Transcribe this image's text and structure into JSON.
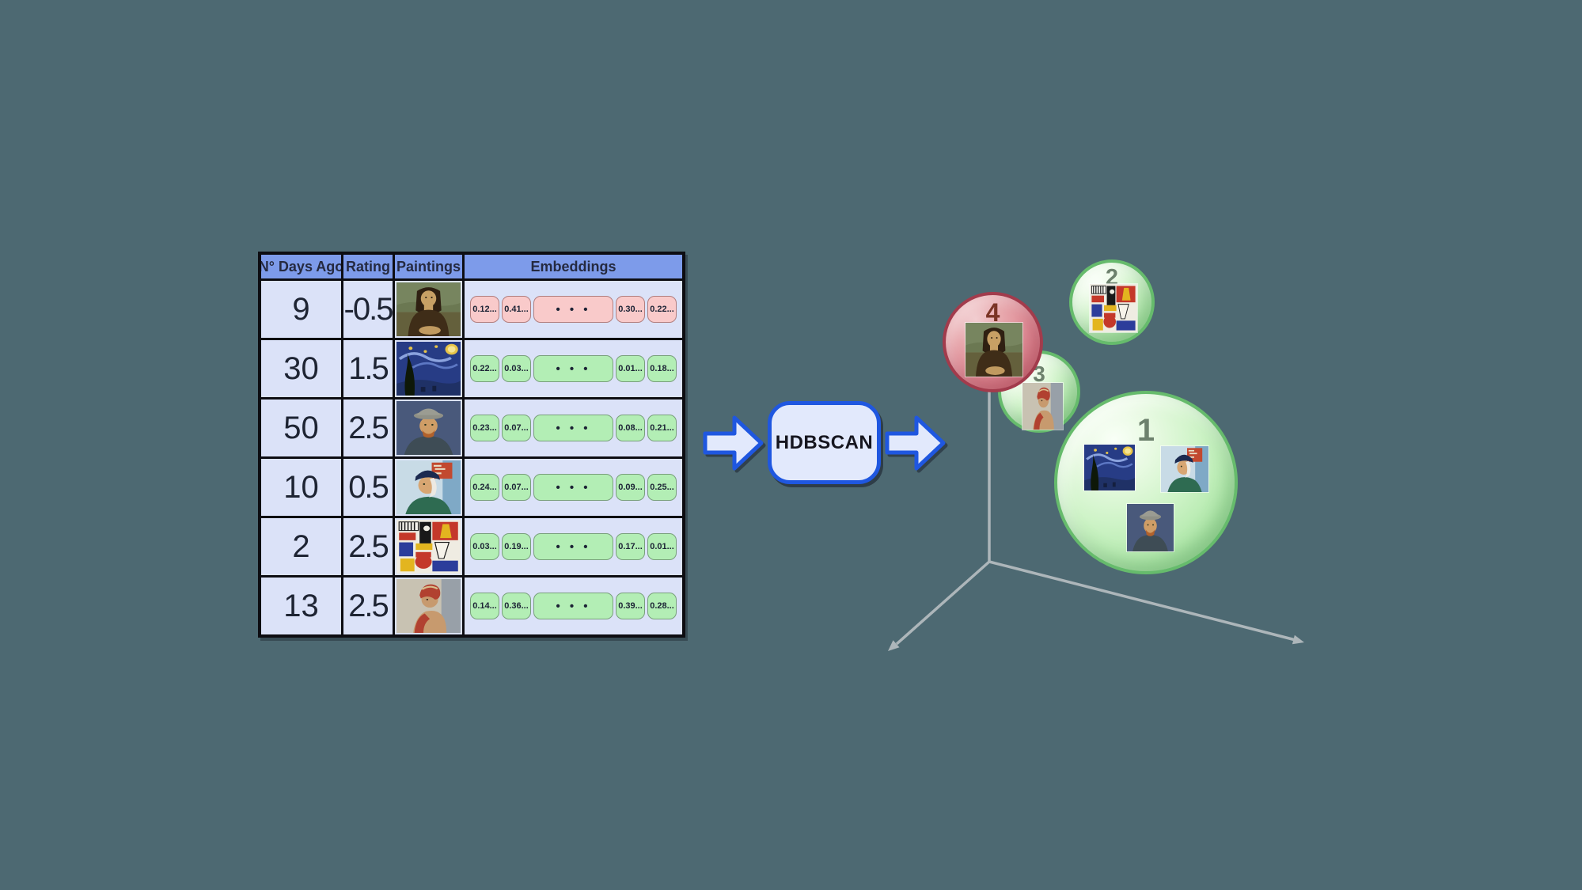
{
  "background_color": "#4d6972",
  "table": {
    "headers": [
      "N° Days Ago",
      "Rating",
      "Paintings",
      "Embeddings"
    ],
    "embedding_dots": "• • •",
    "rows": [
      {
        "days_ago": "9",
        "rating": "-0.5",
        "painting": "mona-lisa",
        "painting_ref": "#p-mona-lisa",
        "sentiment": "negative",
        "values": [
          "0.12...",
          "0.41...",
          "0.30...",
          "0.22..."
        ]
      },
      {
        "days_ago": "30",
        "rating": "1.5",
        "painting": "starry-night",
        "painting_ref": "#p-starry-night",
        "sentiment": "positive",
        "values": [
          "0.22...",
          "0.03...",
          "0.01...",
          "0.18..."
        ]
      },
      {
        "days_ago": "50",
        "rating": "2.5",
        "painting": "self-portrait-grey-felt-hat",
        "painting_ref": "#p-grey-hat",
        "sentiment": "positive",
        "values": [
          "0.23...",
          "0.07...",
          "0.08...",
          "0.21..."
        ]
      },
      {
        "days_ago": "10",
        "rating": "0.5",
        "painting": "self-portrait-bandaged-ear",
        "painting_ref": "#p-bandaged-ear",
        "sentiment": "positive",
        "values": [
          "0.24...",
          "0.07...",
          "0.09...",
          "0.25..."
        ]
      },
      {
        "days_ago": "2",
        "rating": "2.5",
        "painting": "cubist-still-life",
        "painting_ref": "#p-cubist",
        "sentiment": "positive",
        "values": [
          "0.03...",
          "0.19...",
          "0.17...",
          "0.01..."
        ]
      },
      {
        "days_ago": "13",
        "rating": "2.5",
        "painting": "woman-red-turban",
        "painting_ref": "#p-turban",
        "sentiment": "positive",
        "values": [
          "0.14...",
          "0.36...",
          "0.39...",
          "0.28..."
        ]
      }
    ]
  },
  "process": {
    "label": "HDBSCAN"
  },
  "scatter": {
    "clusters": [
      {
        "label": "1",
        "type": "green",
        "paintings": [
          "starry-night",
          "self-portrait-bandaged-ear",
          "self-portrait-grey-felt-hat"
        ]
      },
      {
        "label": "2",
        "type": "green",
        "paintings": [
          "cubist-still-life"
        ]
      },
      {
        "label": "3",
        "type": "green",
        "paintings": [
          "woman-red-turban"
        ]
      },
      {
        "label": "4",
        "type": "red",
        "paintings": [
          "mona-lisa"
        ]
      }
    ]
  },
  "colors": {
    "header_bg": "#7d9bea",
    "cell_bg": "#dbe2f8",
    "embedding_positive": "#b3eeb5",
    "embedding_negative": "#f9caca",
    "accent_blue": "#1f57e0",
    "cluster_green_border": "#66bb6c",
    "cluster_red_border": "#a23b4c",
    "axis_gray": "#adb6ba"
  }
}
